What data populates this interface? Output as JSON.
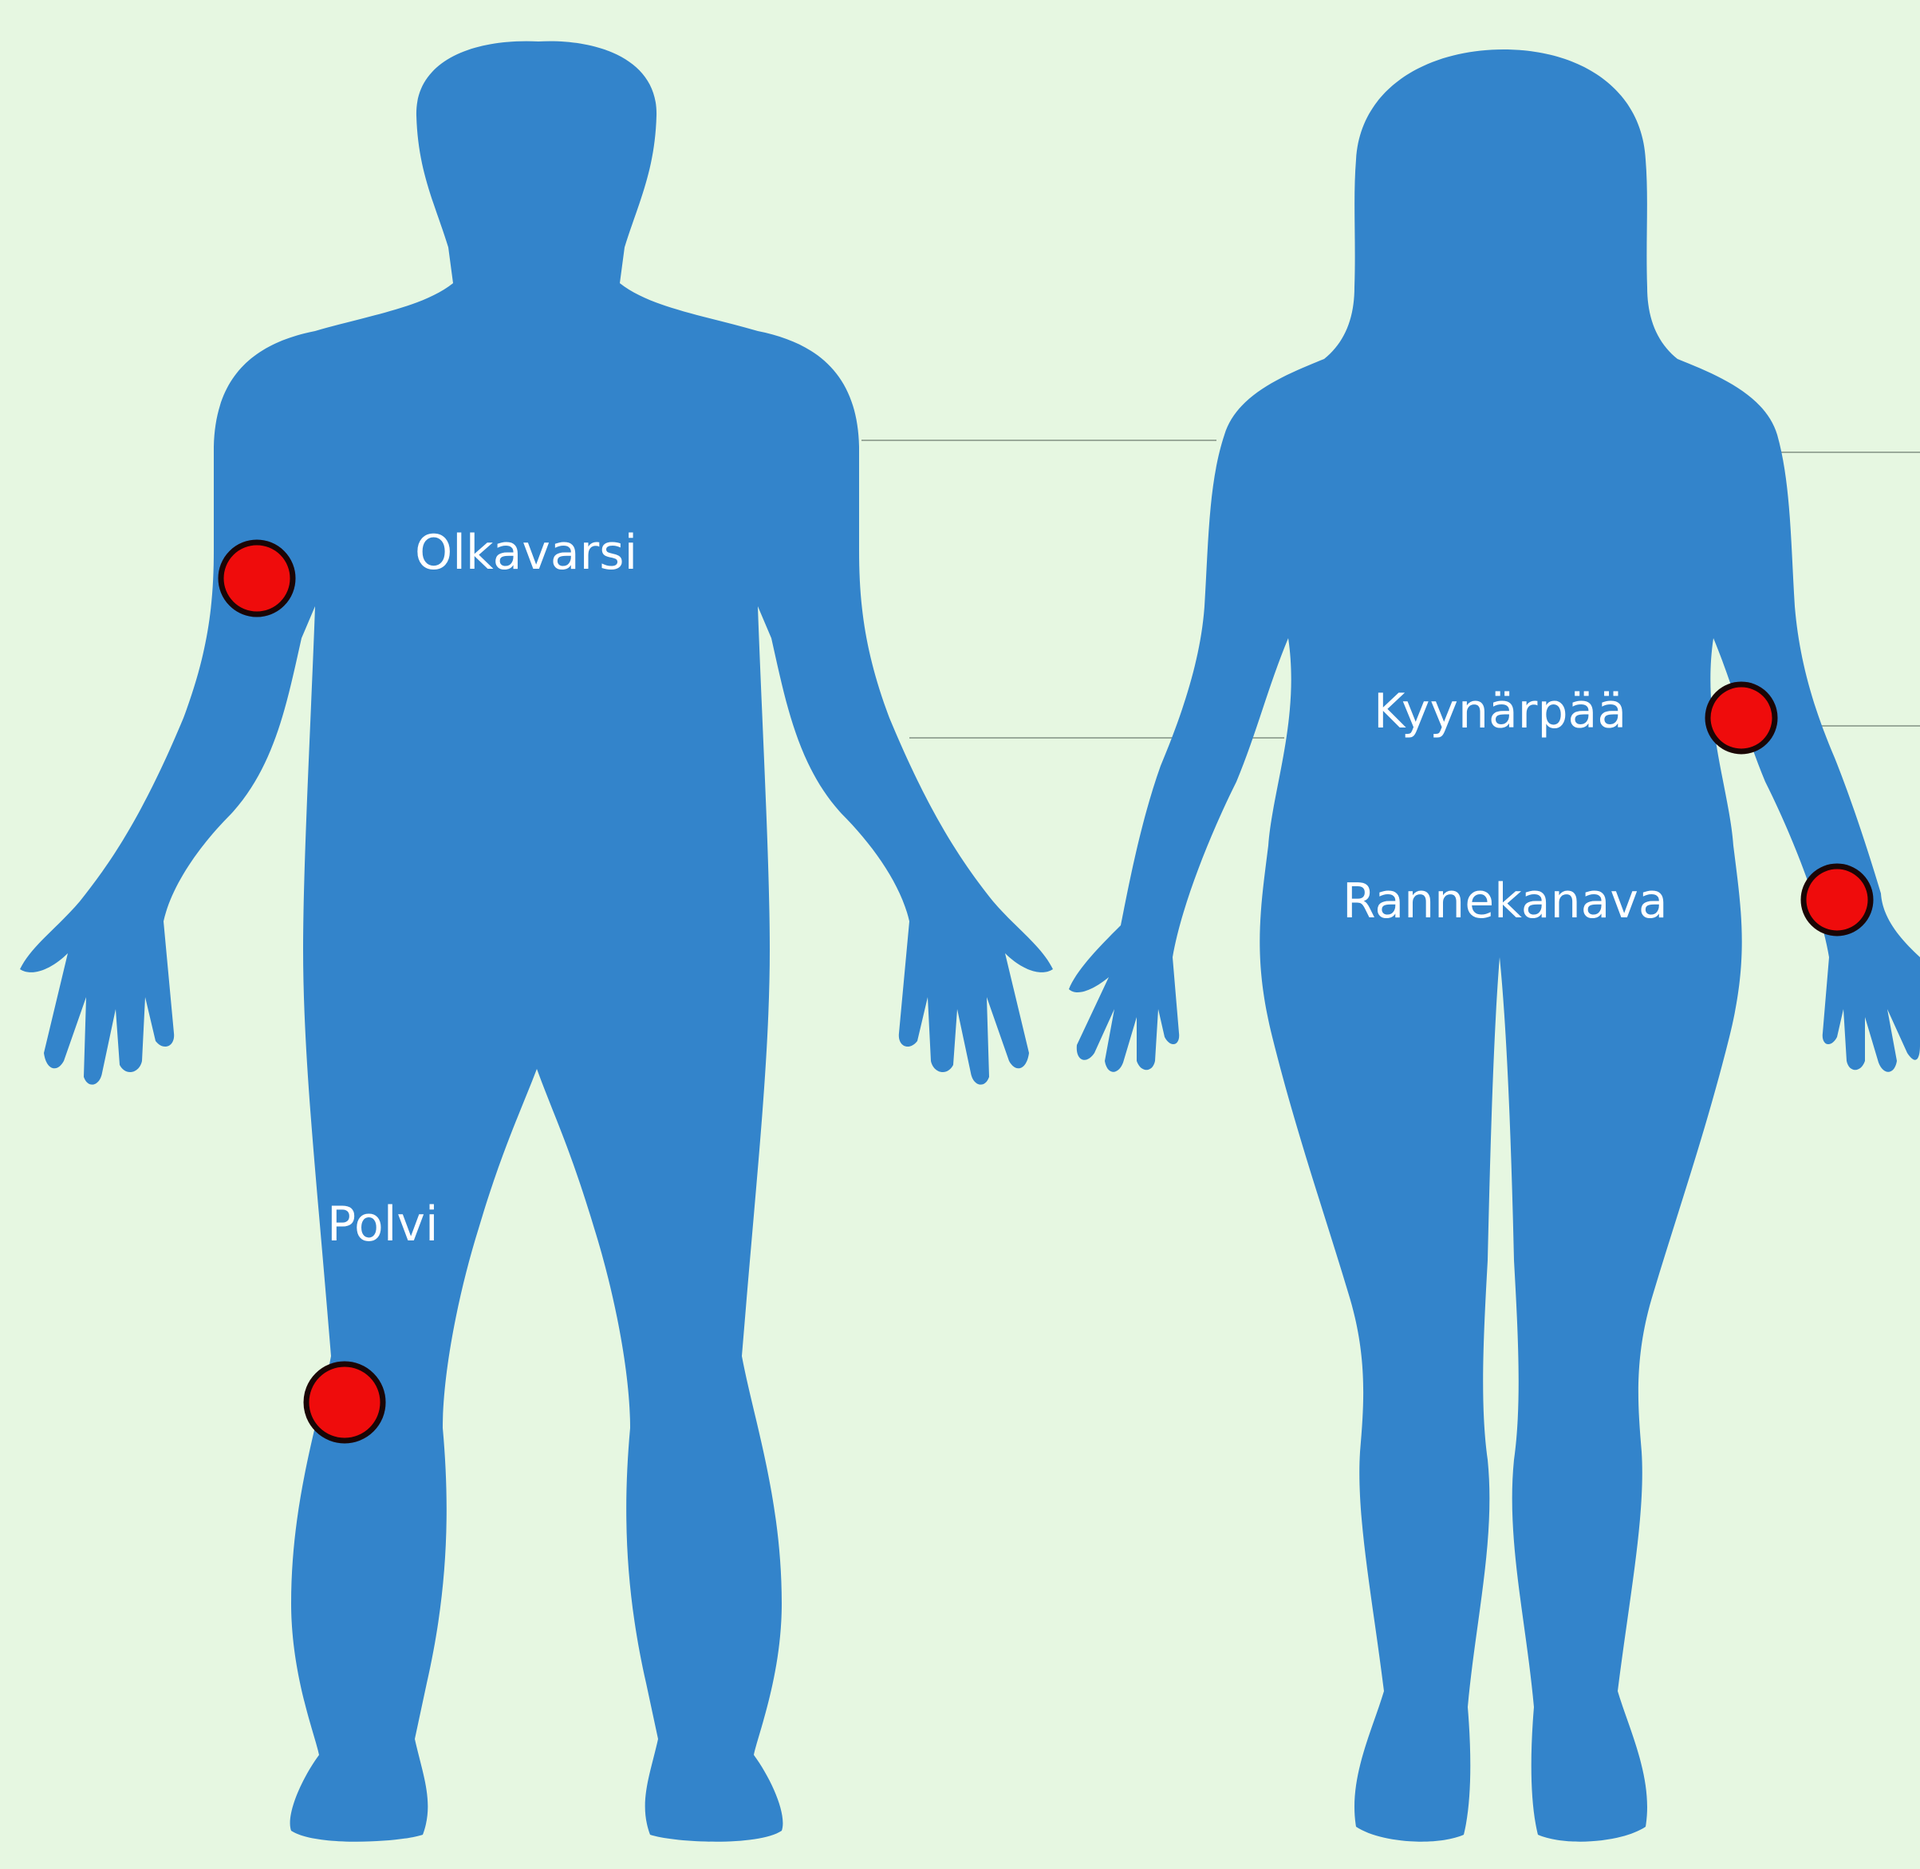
{
  "labels": {
    "olkavarsi": "Olkavarsi",
    "polvi": "Polvi",
    "kyynarpaa": "Kyynärpää",
    "rannekanava": "Rannekanava"
  },
  "colors": {
    "background": "#e6f7e1",
    "silhouette": "#3384cb",
    "marker_fill": "#ef0c0c",
    "marker_stroke": "#1a0505",
    "label_text": "#ffffff",
    "guide_line": "#9aaa9a"
  },
  "icons": {
    "male": "male-silhouette-icon",
    "female": "female-silhouette-icon",
    "marker": "red-dot-marker-icon"
  }
}
